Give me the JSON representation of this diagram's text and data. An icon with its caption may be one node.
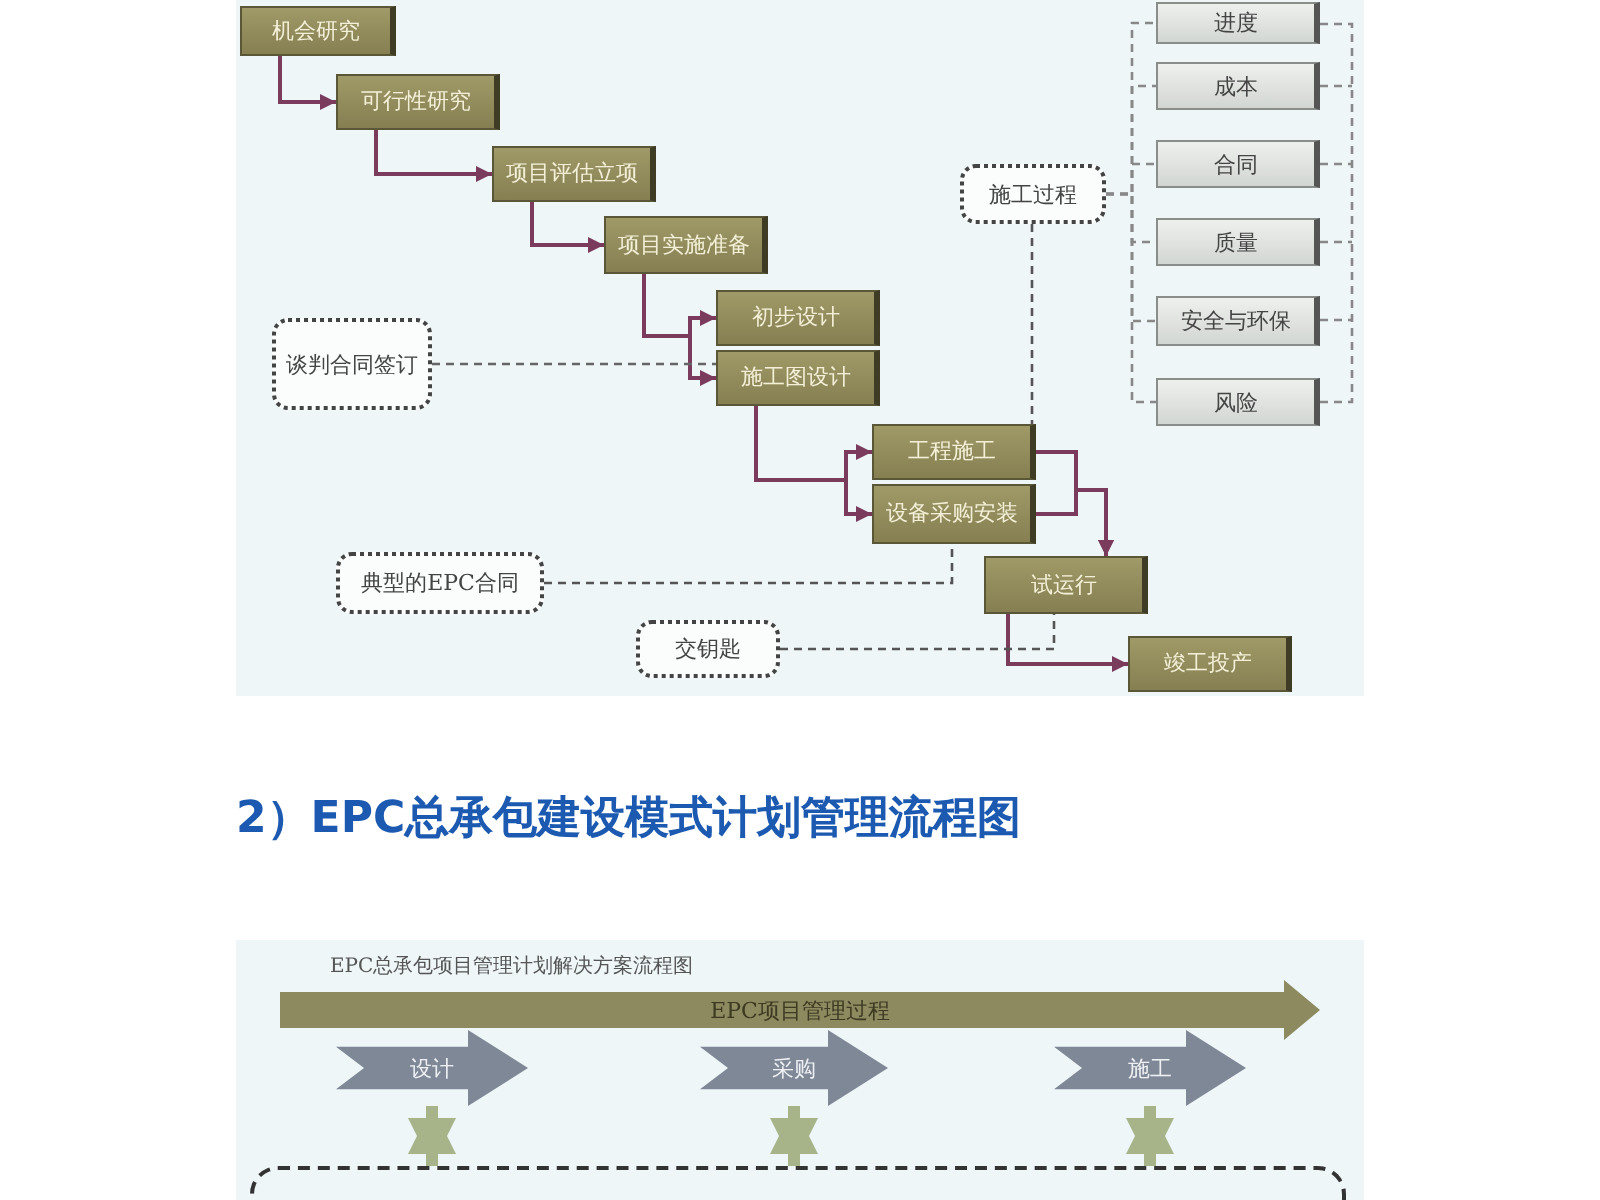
{
  "diagram": {
    "title": "2）EPC总承包建设模式计划管理流程图",
    "nodes": [
      {
        "text": [
          "机会研究"
        ]
      },
      {
        "text": [
          "可行性研究"
        ]
      },
      {
        "text": [
          "项目评估立项"
        ]
      },
      {
        "text": [
          "项目实施准备"
        ]
      },
      {
        "text": [
          "初步设计"
        ]
      },
      {
        "text": [
          "施工图设计"
        ]
      },
      {
        "text": [
          "工程施工"
        ]
      },
      {
        "text": [
          "设备采购安装"
        ]
      },
      {
        "text": [
          "试运行"
        ]
      },
      {
        "text": [
          "竣工投产"
        ]
      },
      {
        "text": [
          "谈判合同签订"
        ]
      },
      {
        "text": [
          "典型的EPC合同"
        ]
      },
      {
        "text": [
          "交钥匙"
        ]
      },
      {
        "text": [
          "施工过程"
        ]
      },
      {
        "text": [
          "进度"
        ]
      },
      {
        "text": [
          "成本"
        ]
      },
      {
        "text": [
          "合同"
        ]
      },
      {
        "text": [
          "质量"
        ]
      },
      {
        "text": [
          "安全与环保"
        ]
      },
      {
        "text": [
          "风险"
        ]
      },
      {
        "text": [
          "EPC项目管理过程"
        ]
      },
      {
        "text": [
          "设计"
        ]
      },
      {
        "text": [
          "采购"
        ]
      },
      {
        "text": [
          "施工"
        ]
      },
      {
        "text": [],
        "shape": "box"
      }
    ],
    "edges": [
      {
        "from": 0,
        "to": 1,
        "arrow": "to"
      },
      {
        "from": 1,
        "to": 2,
        "arrow": "to"
      },
      {
        "from": 2,
        "to": 3,
        "arrow": "to"
      },
      {
        "from": 3,
        "to": 4,
        "arrow": "to"
      },
      {
        "from": 3,
        "to": 5,
        "arrow": "to"
      },
      {
        "from": 5,
        "to": 6,
        "arrow": "to"
      },
      {
        "from": 5,
        "to": 7,
        "arrow": "to"
      },
      {
        "from": 6,
        "to": 8,
        "arrow": "to"
      },
      {
        "from": 7,
        "to": 8,
        "arrow": "to"
      },
      {
        "from": 8,
        "to": 9,
        "arrow": "to"
      },
      {
        "from": 10,
        "to": 5,
        "arrow": "none",
        "style": "dashed",
        "color": "#666666"
      },
      {
        "from": 13,
        "to": 6,
        "arrow": "none",
        "style": "dashed",
        "color": "#555555"
      },
      {
        "from": 11,
        "to": 7,
        "arrow": "none",
        "style": "dashed",
        "color": "#555555"
      },
      {
        "from": 12,
        "to": 8,
        "arrow": "none",
        "style": "dashed",
        "color": "#555555"
      },
      {
        "from": 13,
        "to": 14,
        "arrow": "none",
        "style": "dashed",
        "color": "#888888"
      },
      {
        "from": 13,
        "to": 15,
        "arrow": "none",
        "style": "dashed",
        "color": "#888888"
      },
      {
        "from": 13,
        "to": 16,
        "arrow": "none",
        "style": "dashed",
        "color": "#888888"
      },
      {
        "from": 13,
        "to": 17,
        "arrow": "none",
        "style": "dashed",
        "color": "#888888"
      },
      {
        "from": 13,
        "to": 18,
        "arrow": "none",
        "style": "dashed",
        "color": "#888888"
      },
      {
        "from": 13,
        "to": 19,
        "arrow": "none",
        "style": "dashed",
        "color": "#888888"
      },
      {
        "from": 21,
        "to": 24,
        "arrow": "both",
        "style": "thick",
        "color": "#a7b48a"
      },
      {
        "from": 22,
        "to": 24,
        "arrow": "both",
        "style": "thick",
        "color": "#a7b48a"
      },
      {
        "from": 23,
        "to": 24,
        "arrow": "both",
        "style": "thick",
        "color": "#a7b48a"
      }
    ],
    "labels": [
      "EPC总承包项目管理计划解决方案流程图"
    ]
  }
}
